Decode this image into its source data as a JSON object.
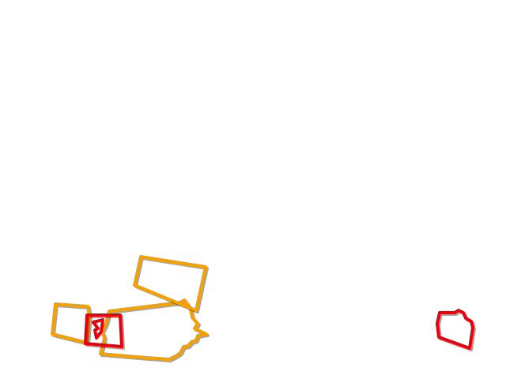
{
  "colors": {
    "background": "#ffffff",
    "orange_outline": "#f5a100",
    "red_outline": "#e8000a"
  },
  "regions": [
    {
      "name": "orange-region-a",
      "color_key": "orange_outline"
    },
    {
      "name": "orange-region-b",
      "color_key": "orange_outline"
    },
    {
      "name": "orange-region-c",
      "color_key": "orange_outline"
    },
    {
      "name": "red-region-a",
      "color_key": "red_outline"
    },
    {
      "name": "red-region-b",
      "color_key": "red_outline"
    }
  ]
}
